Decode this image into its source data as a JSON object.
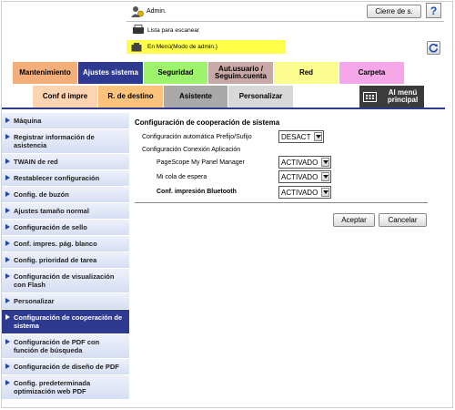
{
  "header": {
    "admin_label": "Admin.",
    "logout_label": "Cierre de s.",
    "help_label": "?",
    "scan_list_label": "Lista para escanear",
    "mode_label": "En Menú(Modo de admin.)"
  },
  "tabs_row1": [
    {
      "label": "Mantenimiento",
      "color": "#f4ae7a"
    },
    {
      "label": "Ajustes sistema",
      "color": "#2e3a8f"
    },
    {
      "label": "Seguridad",
      "color": "#9ef36c"
    },
    {
      "label": "Aut.usuario / Seguim.cuenta",
      "color": "#c9a9a7"
    },
    {
      "label": "Red",
      "color": "#fbfb8e"
    },
    {
      "label": "Carpeta",
      "color": "#f5a7ea"
    }
  ],
  "tabs_row2": [
    {
      "label": "Conf d impre",
      "color": "#fcd4b2"
    },
    {
      "label": "R. de destino",
      "color": "#fbc27c"
    },
    {
      "label": "Asistente",
      "color": "#a9a9a9"
    },
    {
      "label": "Personalizar",
      "color": "#d8d8d8"
    },
    {
      "label": "Al menú principal",
      "color": "#3b3b3b"
    }
  ],
  "sidebar": {
    "items": [
      {
        "label": "Máquina"
      },
      {
        "label": "Registrar información de asistencia"
      },
      {
        "label": "TWAIN de red"
      },
      {
        "label": "Restablecer configuración"
      },
      {
        "label": "Config. de buzón"
      },
      {
        "label": "Ajustes tamaño normal"
      },
      {
        "label": "Configuración de sello"
      },
      {
        "label": "Conf. impres. pág. blanco"
      },
      {
        "label": "Config. prioridad de tarea"
      },
      {
        "label": "Configuración de visualización con Flash"
      },
      {
        "label": "Personalizar"
      },
      {
        "label": "Configuración de cooperación de sistema"
      },
      {
        "label": "Configuración de PDF con función de búsqueda"
      },
      {
        "label": "Configuración de diseño de PDF"
      },
      {
        "label": "Config. predeterminada optimización web PDF"
      }
    ]
  },
  "main": {
    "title": "Configuración de cooperación de sistema",
    "prefix_label": "Configuración automática Prefijo/Sufijo",
    "prefix_value": "DESACT",
    "app_section_label": "Configuración Conexión Aplicación",
    "pagescope_label": "PageScope My Panel Manager",
    "pagescope_value": "ACTIVADO",
    "queue_label": "Mi cola de espera",
    "queue_value": "ACTIVADO",
    "bluetooth_label": "Conf. impresión Bluetooth",
    "bluetooth_value": "ACTIVADO",
    "accept_label": "Aceptar",
    "cancel_label": "Cancelar"
  }
}
